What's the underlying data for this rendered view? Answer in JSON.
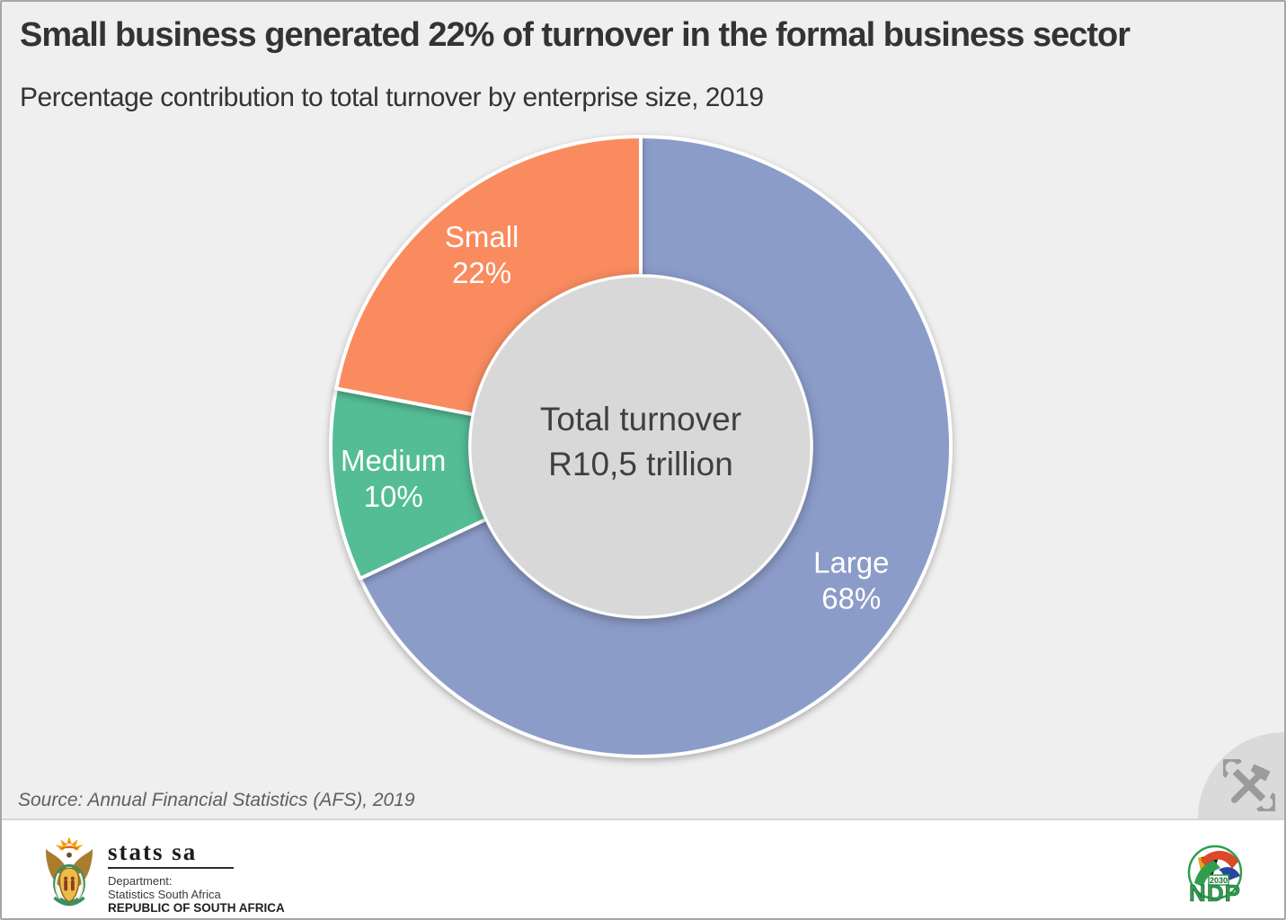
{
  "header": {
    "title": "Small business generated 22% of turnover in the formal business sector",
    "subtitle": "Percentage contribution to total turnover by enterprise size, 2019"
  },
  "chart_data": {
    "type": "pie",
    "subtype": "donut",
    "title": "Percentage contribution to total turnover by enterprise size, 2019",
    "categories": [
      "Large",
      "Medium",
      "Small"
    ],
    "values": [
      68,
      10,
      22
    ],
    "unit": "%",
    "colors": [
      "#8C9CC9",
      "#54BD95",
      "#F98B5F"
    ],
    "start_angle_deg": 0,
    "direction": "clockwise",
    "center_label_line1": "Total turnover",
    "center_label_line2": "R10,5 trillion",
    "hole_color": "#D8D8D8",
    "label_color": "#FFFFFF",
    "legend": "none"
  },
  "source": {
    "text": "Source: Annual Financial Statistics (AFS), 2019"
  },
  "footer": {
    "statssa": {
      "wordmark": "stats sa",
      "dept_line1": "Department:",
      "dept_line2": "Statistics South Africa",
      "dept_line3": "REPUBLIC OF SOUTH AFRICA"
    },
    "ndp": {
      "acronym": "NDP",
      "year": "2030"
    }
  },
  "icons": {
    "tools_badge": "crossed-hammer-and-wrench"
  },
  "colors": {
    "background": "#EFEFEF",
    "footer_background": "#FFFFFF",
    "title_text": "#333333",
    "large_slice": "#8C9CC9",
    "medium_slice": "#54BD95",
    "small_slice": "#F98B5F",
    "hole": "#D8D8D8"
  }
}
